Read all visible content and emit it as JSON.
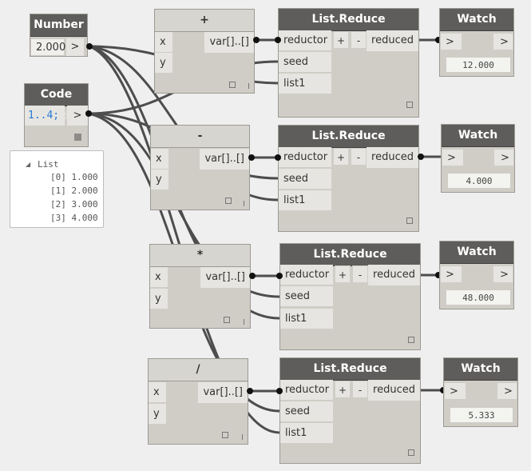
{
  "number_node": {
    "title": "Number",
    "value": "2.000",
    "output": ">"
  },
  "code_block": {
    "title": "Code Block",
    "code": "1..4;",
    "output": ">"
  },
  "preview": {
    "title": "List",
    "rows": [
      "[0] 1.000",
      "[1] 2.000",
      "[2] 3.000",
      "[3] 4.000"
    ]
  },
  "operators": [
    {
      "title": "+",
      "inputs": [
        "x",
        "y"
      ],
      "output": "var[]..[]"
    },
    {
      "title": "-",
      "inputs": [
        "x",
        "y"
      ],
      "output": "var[]..[]"
    },
    {
      "title": "*",
      "inputs": [
        "x",
        "y"
      ],
      "output": "var[]..[]"
    },
    {
      "title": "/",
      "inputs": [
        "x",
        "y"
      ],
      "output": "var[]..[]"
    }
  ],
  "reduce_nodes": [
    {
      "title": "List.Reduce",
      "inputs": [
        "reductor",
        "seed",
        "list1"
      ],
      "plus": "+",
      "minus": "-",
      "output": "reduced"
    },
    {
      "title": "List.Reduce",
      "inputs": [
        "reductor",
        "seed",
        "list1"
      ],
      "plus": "+",
      "minus": "-",
      "output": "reduced"
    },
    {
      "title": "List.Reduce",
      "inputs": [
        "reductor",
        "seed",
        "list1"
      ],
      "plus": "+",
      "minus": "-",
      "output": "reduced"
    },
    {
      "title": "List.Reduce",
      "inputs": [
        "reductor",
        "seed",
        "list1"
      ],
      "plus": "+",
      "minus": "-",
      "output": "reduced"
    }
  ],
  "watch_nodes": [
    {
      "title": "Watch",
      "in": ">",
      "out": ">",
      "value": "12.000"
    },
    {
      "title": "Watch",
      "in": ">",
      "out": ">",
      "value": "4.000"
    },
    {
      "title": "Watch",
      "in": ">",
      "out": ">",
      "value": "48.000"
    },
    {
      "title": "Watch",
      "in": ">",
      "out": ">",
      "value": "5.333"
    }
  ]
}
